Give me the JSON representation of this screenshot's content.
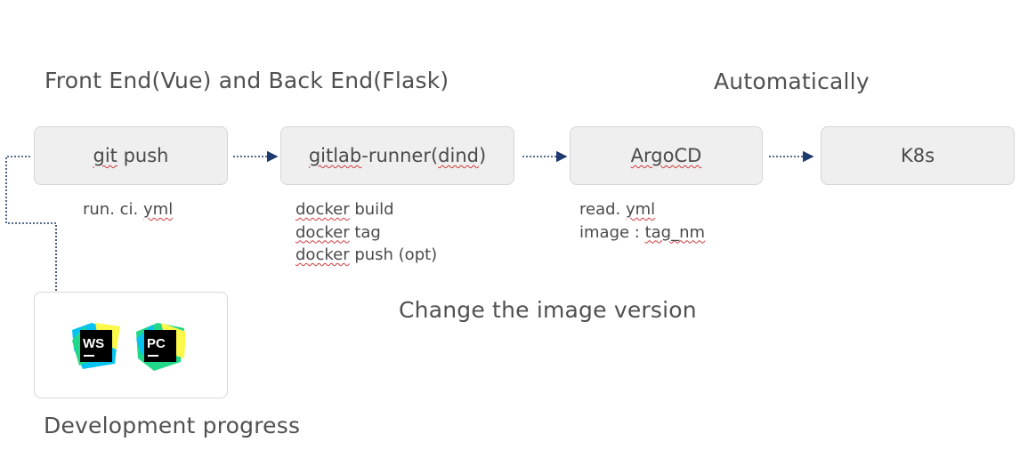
{
  "headings": {
    "frontend_backend": "Front End(Vue) and Back End(Flask)",
    "automatically": "Automatically",
    "change_image": "Change the image version",
    "development": "Development progress"
  },
  "nodes": {
    "git_push": {
      "label_a": "git",
      "label_b": " push"
    },
    "gitlab_runner": {
      "label_a": "gitlab",
      "label_b": "-runner(",
      "label_c": "dind",
      "label_d": ")"
    },
    "argocd": {
      "label": "ArgoCD"
    },
    "k8s": {
      "label": "K8s"
    }
  },
  "notes": {
    "git_push": {
      "prefix": "run. ci. ",
      "yml": "yml"
    },
    "gitlab_runner": [
      {
        "cmd": "docker",
        "rest": " build"
      },
      {
        "cmd": "docker",
        "rest": " tag"
      },
      {
        "cmd": "docker",
        "rest": " push (opt)"
      }
    ],
    "argocd": {
      "line1_prefix": "read. ",
      "line1_yml": "yml",
      "line2_prefix": "image : ",
      "line2_tag": "tag_nm"
    }
  },
  "ide_icons": [
    {
      "name": "webstorm-icon",
      "text": "WS",
      "colors": [
        "#21d789",
        "#07c3f2",
        "#fcf84a"
      ]
    },
    {
      "name": "pycharm-icon",
      "text": "PC",
      "colors": [
        "#21d789",
        "#fcf84a",
        "#07c3f2"
      ]
    }
  ],
  "colors": {
    "arrow": "#1f3a6e",
    "squiggle": "#d23a3a",
    "box_fill": "#efefef"
  }
}
